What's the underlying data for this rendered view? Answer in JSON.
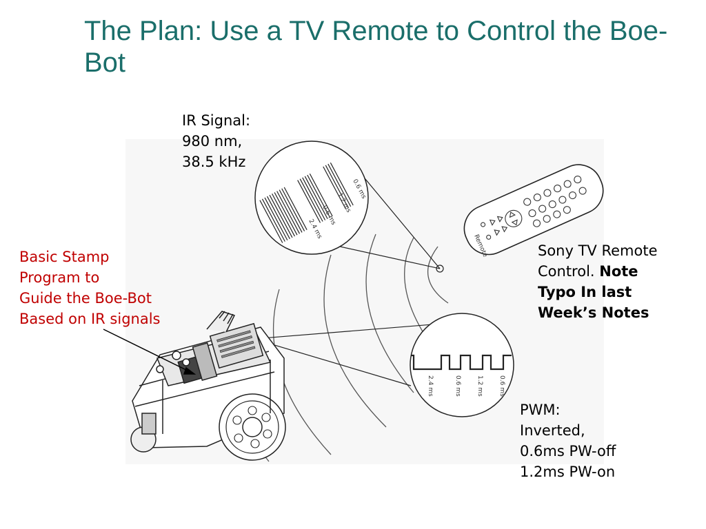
{
  "slide": {
    "title": "The Plan: Use a TV Remote to Control the Boe-Bot"
  },
  "labels": {
    "ir_signal": [
      "IR Signal:",
      "980 nm,",
      "38.5 kHz"
    ],
    "basic_stamp": [
      "Basic Stamp",
      "Program to",
      "Guide the Boe-Bot",
      "Based on IR signals"
    ],
    "sony_remote_plain": [
      "Sony TV Remote",
      "Control. "
    ],
    "sony_remote_bold": [
      "Note",
      "Typo In last",
      "Week’s Notes"
    ],
    "pwm": [
      "PWM:",
      "Inverted,",
      "0.6ms PW-off",
      "1.2ms PW-on"
    ]
  },
  "diagram": {
    "ir_burst_times": [
      "2.4 ms",
      "0.6 ms",
      "1.2 ms",
      "0.6 ms"
    ],
    "pwm_times": [
      "2.4 ms",
      "0.6 ms",
      "1.2 ms",
      "0.6 ms"
    ],
    "remote_brand": "Remote",
    "colors": {
      "title": "#1a6e6a",
      "annotation_red": "#c00000"
    }
  }
}
